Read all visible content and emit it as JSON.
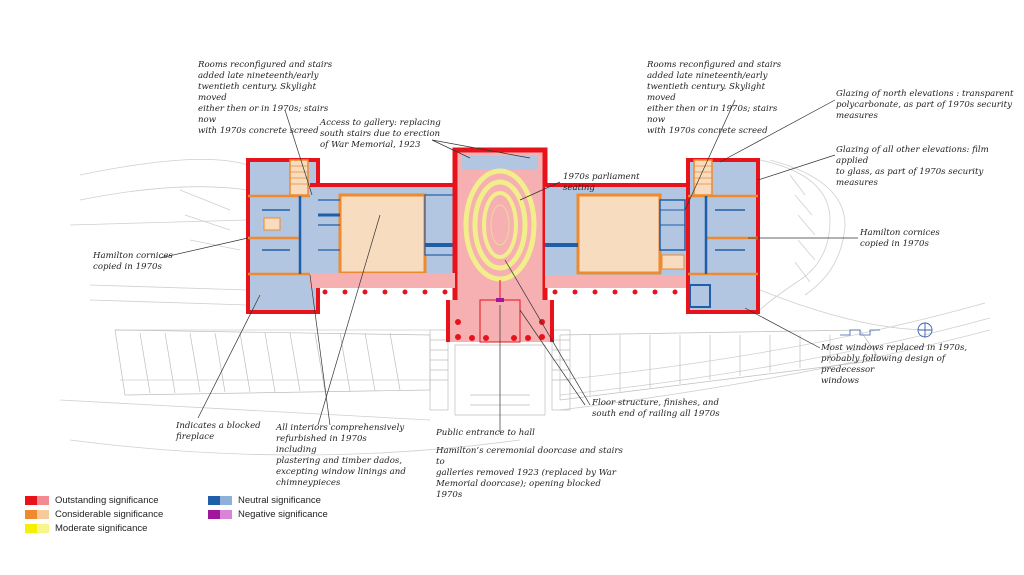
{
  "annotations": {
    "rooms_left": "Rooms reconfigured and stairs\nadded late nineteenth/early\ntwentieth century. Skylight moved\neither then or in 1970s; stairs now\nwith 1970s concrete screed",
    "rooms_right": "Rooms reconfigured and stairs\nadded late nineteenth/early\ntwentieth century. Skylight moved\neither then or in 1970s; stairs now\nwith 1970s concrete screed",
    "gallery": "Access to gallery: replacing\nsouth stairs due to erection\nof War Memorial, 1923",
    "seating": "1970s parliament seating",
    "glazing_north": "Glazing of north elevations : transparent\npolycarbonate, as part of 1970s security\nmeasures",
    "glazing_other": "Glazing of all other elevations: film applied\nto glass, as part of 1970s security measures",
    "hamilton_left": "Hamilton cornices\ncopied in 1970s",
    "hamilton_right": "Hamilton cornices\ncopied in 1970s",
    "windows": "Most windows replaced in 1970s,\nprobably following design of predecessor\nwindows",
    "floor": "Floor structure, finishes, and\nsouth end of railing all 1970s",
    "fireplace": "Indicates a blocked\nfireplace",
    "interiors": "All interiors comprehensively\nrefurbished in 1970s including\nplastering and timber dados,\nexcepting window linings and\nchimneypieces",
    "public_entrance": "Public entrance to hall",
    "doorcase": "Hamilton’s ceremonial doorcase and stairs to\ngalleries removed 1923 (replaced by War\nMemorial doorcase); opening blocked 1970s"
  },
  "legend": [
    {
      "label": "Outstanding significance",
      "dark": "#e8121b",
      "light": "#f28a8f"
    },
    {
      "label": "Considerable significance",
      "dark": "#ef8a2e",
      "light": "#f8c99a"
    },
    {
      "label": "Moderate significance",
      "dark": "#f5f000",
      "light": "#f9f58a"
    },
    {
      "label": "Neutral significance",
      "dark": "#1f5ea8",
      "light": "#8fb0d8"
    },
    {
      "label": "Negative significance",
      "dark": "#a0169c",
      "light": "#d985d4"
    }
  ],
  "colors": {
    "outstanding": "#e8121b",
    "considerable_fill": "#f8dcbf",
    "considerable_line": "#ef8a2e",
    "neutral_fill": "#b2c6e2",
    "neutral_line": "#1f5ea8",
    "hall_fill": "#f6b0b1",
    "seating": "#f2ee8c",
    "negative": "#a0169c"
  }
}
